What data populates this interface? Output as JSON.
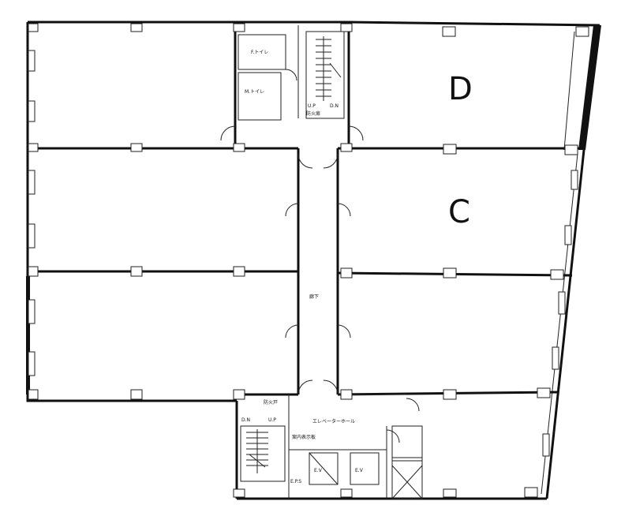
{
  "units": {
    "d": "D",
    "c": "C"
  },
  "rooms": {
    "female_toilet": "F.トイレ",
    "male_toilet": "M.トイレ",
    "corridor": "廊下",
    "elevator_hall": "エレベーターホール",
    "elevator_1": "E.V",
    "elevator_2": "E.V",
    "ps": "E.P.S",
    "fire_door": "防火戸",
    "info_board": "案内表示板"
  },
  "stairs": {
    "north_up": "U.P",
    "north_down": "D.N",
    "north_note": "防火扉",
    "south_down": "D.N",
    "south_up": "U.P"
  },
  "colors": {
    "line": "#111111",
    "background": "#ffffff"
  }
}
